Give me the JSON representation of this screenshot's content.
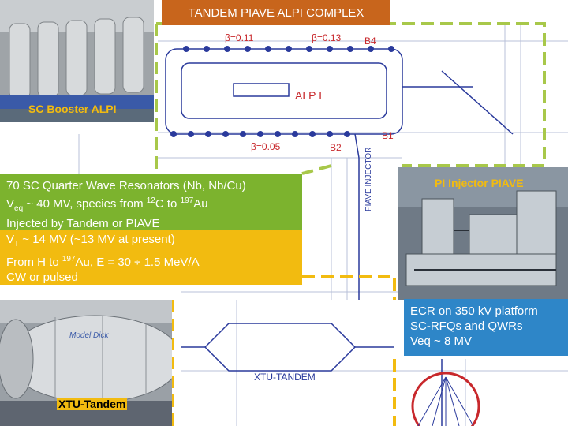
{
  "title": "TANDEM PIAVE ALPI COMPLEX",
  "photos": {
    "alpi": "SC Booster ALPI",
    "piave": "PI Injector PIAVE",
    "tandem": "XTU-Tandem",
    "tandem_vessel_text": "Model Dick"
  },
  "layout_labels": {
    "beta1": "β=0.11",
    "beta2": "β=0.13",
    "beta3": "β=0.05",
    "b4": "B4",
    "b1": "B1",
    "b2": "B2",
    "alpi": "ALP I",
    "piave_injector": "PIAVE INJECTOR",
    "xtu_tandem": "XTU-TANDEM"
  },
  "alpi_box": {
    "line1": "70 SC Quarter Wave Resonators (Nb, Nb/Cu)",
    "line2_a": "V",
    "line2_sub": "eq",
    "line2_b": " ~ 40 MV, species from ",
    "line2_sup1": "12",
    "line2_c": "C to ",
    "line2_sup2": "197",
    "line2_d": "Au",
    "line3": "Injected by Tandem or PIAVE"
  },
  "tandem_box": {
    "line1_a": "V",
    "line1_sub": "T",
    "line1_b": " ~ 14 MV (~13 MV at present)",
    "line2_a": "From H to ",
    "line2_sup": "197",
    "line2_b": "Au, E = 30 ÷ 1.5 MeV/A",
    "line3": "CW or pulsed"
  },
  "piave_box": {
    "line1": "ECR on 350 kV platform",
    "line2": "SC-RFQs and QWRs",
    "line3": "Veq ~ 8 MV"
  },
  "colors": {
    "title_bg": "#c8651c",
    "alpi_bg": "#7cb32e",
    "tandem_bg": "#f2bb10",
    "piave_bg": "#2e86c8",
    "outline_green": "#a8c84a",
    "outline_yellow": "#f2bb10",
    "drawing_blue": "#2a3a9c",
    "drawing_red": "#c8282c"
  }
}
